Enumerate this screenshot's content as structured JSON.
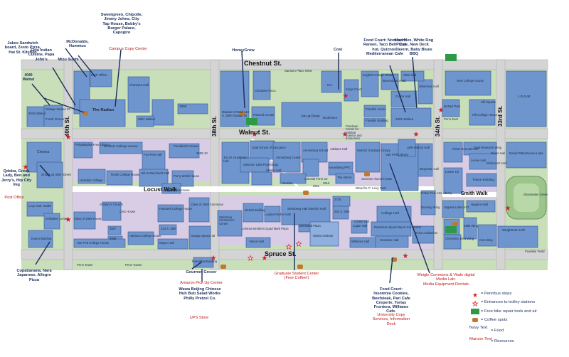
{
  "colors": {
    "building": "#6f95cf",
    "building_stroke": "#3e5f95",
    "campus_green": "#c9dfb9",
    "street": "#d6d6d6",
    "walk": "#ffffff",
    "text_navy": "#1b2d5b",
    "text_red": "#c01818",
    "bike_green": "#2e9a48"
  },
  "streets": {
    "chestnut": "Chestnut St.",
    "walnut": "Walnut St.",
    "locust": "Locust Walk",
    "spruce": "Spruce St.",
    "st40": "40th St.",
    "st38": "38th St.",
    "st34": "34th St.",
    "st33": "33rd St.",
    "smith": "Smith Walk"
  },
  "buildings": {
    "hup": "HUP Office",
    "radian": "The Radian",
    "chestnut_hall": "Chestnut Hall",
    "b3808": "3808",
    "b3901": "3901 Walnut",
    "fresh": "Fresh Grocer",
    "garage40": "Garage Walnut 40",
    "b4015": "4015 Walnut",
    "module6": "Module 6 Retail 110 S. 36th Garage 30",
    "pottruck": "Pottruck Center",
    "christian": "Christian Assoc.",
    "sansom": "Sansom Place West",
    "inn": "Inn at Penn",
    "bookstore": "Bookstore",
    "ica": "ICA",
    "english": "English College House",
    "kings": "Kings Court",
    "tannenbaum": "Tannenbaum Hall",
    "franklin_annex": "Franklin Annex",
    "franklin_bldg": "Franklin Building",
    "golkin": "Golkin Hall",
    "silverman": "Silverman Hall",
    "gittis": "Gittis Hall",
    "newcollege": "New College House",
    "mcneil3401": "3401 Walnut",
    "mcneil_pk": "McNeil Park",
    "penneast": "Penn East",
    "hill_square": "Hill Square",
    "hill_house": "Hill College House",
    "lrsm": "L.R.S.M",
    "cinema": "Cinema",
    "shops40": "Shops at 40th Street",
    "phila_library": "Philadelphia Free Library",
    "dubois": "Du Bois College House",
    "fox_fels": "Fox-Fels Hall",
    "presidents": "President's House",
    "b3808_10": "3808-10",
    "hamilton": "Hamilton Village",
    "rodin": "Rodin College House",
    "hill_steinhardt": "Hill at Steinhardt Hall",
    "perry": "Perry World House",
    "kelly": "Kelly Writers House",
    "jon_huntsman": "Jon M. Huntsman Hall",
    "grad_ed": "Grad School of Education",
    "solomon": "Solomon Labs Psychology",
    "annenberg_center": "Annenberg Center",
    "annenberg_school": "Annenberg School",
    "addams": "Addams Hall",
    "stiteler": "Stiteler Hall",
    "annenberg_ppc": "Annenberg PPC",
    "colonial": "Colonial Penn Ctr",
    "houston_nb": "Houston",
    "b3615": "3615",
    "arch": "The ARCH",
    "b3611": "3611",
    "perelman_center": "Perelman Center for Political Science and Economics",
    "sweeten": "Sweeten Alumni House",
    "blanche": "Blanche P. Levy Park",
    "vanpelt_lib": "Van Pelt Library",
    "dietrich": "Dietrich Graduate Library",
    "fisher_arch": "Fisher Fine Arts Library",
    "meyerson": "Meyerson Hall",
    "jaffe": "Jaffe History Hall",
    "towne": "Towne Building",
    "fisher_bennett": "Fisher Bennett Hall",
    "moore": "Moore Hall",
    "grad_research": "Grad Research Wing",
    "levine": "Levine Hall",
    "skirkanich": "Skirkanich Hall",
    "lasser": "Lasser Ctr",
    "david_rittenhouse": "David Rittenhouse Labs",
    "shoemaker": "Shoemaker Green",
    "hayden": "Hayden Hall",
    "vagelos": "Vagelos Labs IAST",
    "dunning_w": "Dunning Wing",
    "chemistry": "Chemistry 1973 Wing",
    "b1958": "1958 Wing",
    "cret": "Cret Wing",
    "weightman": "Weightman Hall",
    "franklin_field": "Franklin Field",
    "levy": "Levy Oral Health",
    "schattner": "Schattner Center",
    "evans": "Evans Building",
    "class1925": "Class of 1925 House",
    "st_marys": "St Mary's Church",
    "civic": "Civic House",
    "b3907": "3907",
    "b3905": "3905",
    "harrison": "Harrison College House",
    "vanpelt_house": "Van Pelt College House",
    "harnwell": "Harnwell College House",
    "mayer": "Mayer Hall",
    "b224": "224 S. 39th",
    "class1920": "Class of 1920 Commons",
    "garage38": "Garage Spruce 38",
    "rosenthal": "Rosenthal Building",
    "steinberg_conf": "Steinberg Conference Center",
    "mcneil_bldg": "McNeil Building",
    "lauder": "Lauder-Fischer Hall",
    "lehman": "Lehman Brothers Quad Mark Plaza",
    "vance": "Vance Hall",
    "steinberg_dietrich": "Steinberg Hall Dietrich Hall",
    "b3730": "3730",
    "b3733": "3733",
    "b252": "252 S. 36th",
    "logan": "Logan Hall",
    "college_hall": "College Hall",
    "cohen": "Cohen Hall",
    "perelman_quad": "Perelman Quad Wynn Commons",
    "williams": "Williams Hall",
    "houston_hall": "Houston Hall",
    "irvine": "Irvine Auditorium",
    "steinhardt_plaza": "Steinhardt Plaza",
    "wistar": "Wistar Institute",
    "penn_tower": "Penn Tower",
    "penn_towne": "Penn Towne"
  },
  "callouts": {
    "jakes": "Jakes Sandwich board, Zesto Pizza, Hai St. Kitchen",
    "b4040": "4040 Walnut",
    "ekta": "Ekta Indian Cuisine, Papa John's",
    "mizu": "Mizu Sushi",
    "mcdonalds": "McDonalds, Hummus",
    "sweetgreen": "Sweetgreen, Chipotle, Jimmy Johns, City Tap House, Bobby's Burger Palace, Capogiro",
    "campus_copy": "Campus Copy Center",
    "honeygrow": "HoneyGrow",
    "cosi": "Cosi",
    "foodcourt_top": "Food Court: Nom nom Ramen, Taco BellPizza hut, Quiznos, Mediterranean Cafe",
    "madmex": "Mad Mex, White Dog Cafe, New Deck Tavern, Baby Blues BBQ",
    "qdoba": "Qdoba, Greek Lady, Ben and Jerry's, Hip City Veg",
    "post_office": "Post Office",
    "copabanana": "Copabanana, Nara Japanese, Allegro Pizza",
    "gourmet": "Gourmet Grocer",
    "amazon": "Amazon Pick Up Center",
    "wawa": "Wawa Beijing Chinese Hub Bub Salad Works Philly Pretzel Co.",
    "ups": "UPS Store",
    "gsc": "Graduate Student Center (Free Coffee!)",
    "foodcourt_bottom": "Food Court: Insomnia Cookies, Beefsteak, Pari Cafe Creperie, Tortas Frontera, Williams Cafe.",
    "univ_copy": "University Copy Services, Information Desk",
    "weigle": "Weigle Commons & Vitale digital Media Lab:",
    "media_rentals": "Media Equipment Rentals"
  },
  "legend": {
    "pennbus": "= Pennbus stops",
    "trolley": "= Entrances to trolley stations",
    "bike": "= Free bike repair tools and air",
    "coffee": "= Coffee spots",
    "food_key": "Navy Text",
    "food_val": "= Food",
    "res_key": "Maroon Text",
    "res_val": "= Resources"
  }
}
